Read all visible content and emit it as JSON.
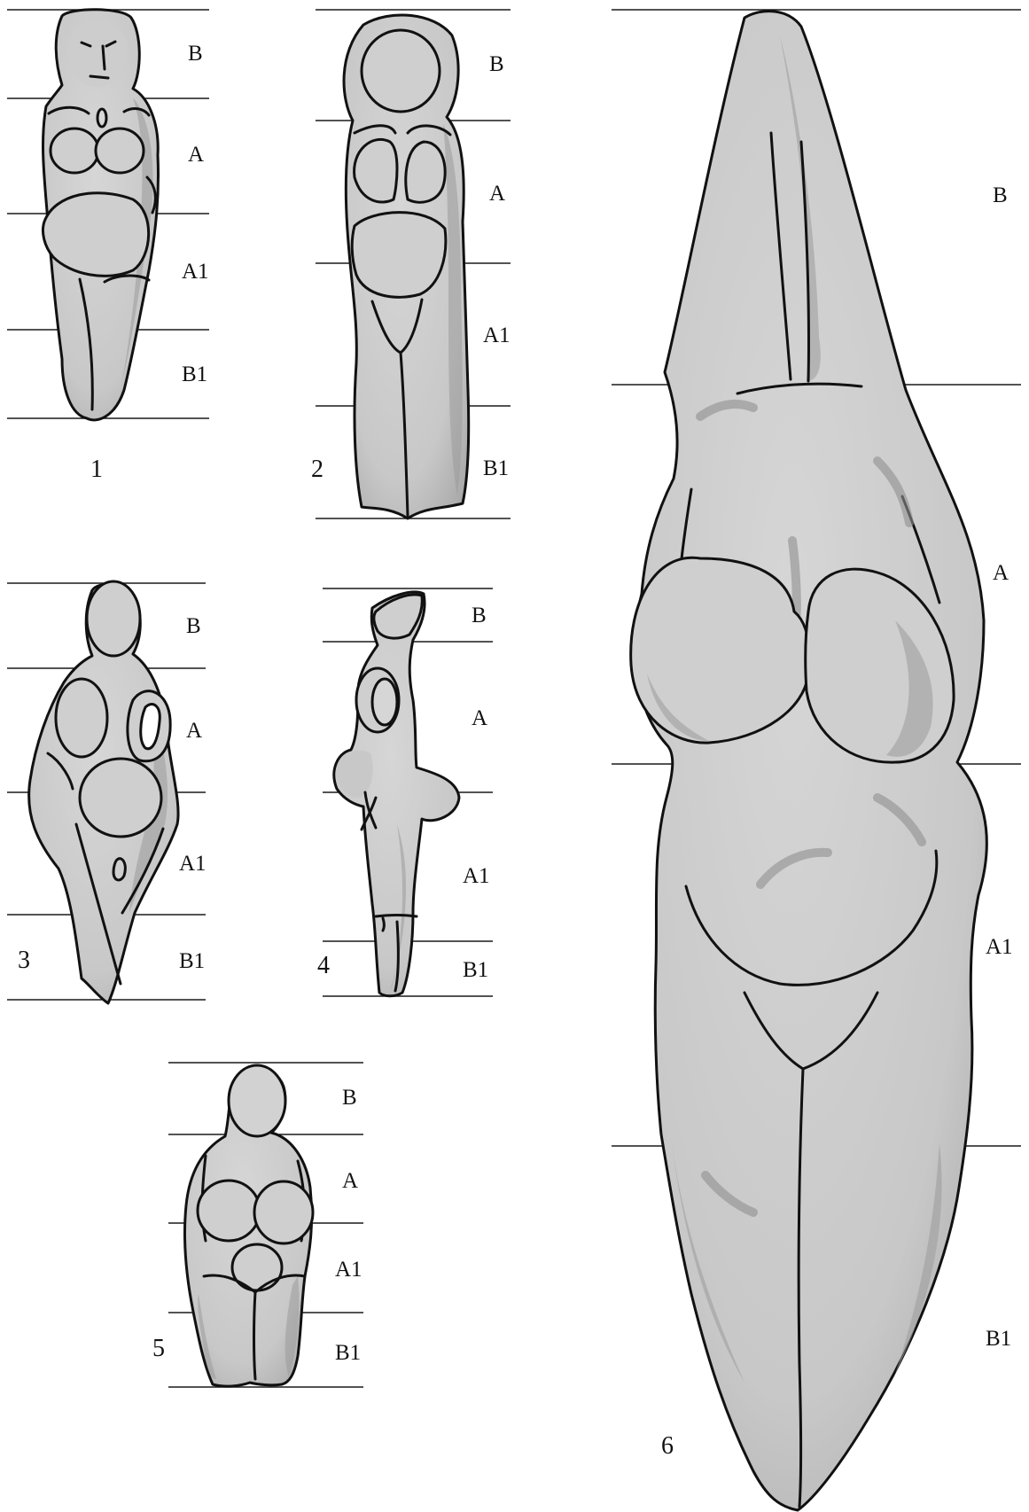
{
  "figures": [
    {
      "number": "1",
      "zones": [
        "B",
        "A",
        "A1",
        "B1"
      ]
    },
    {
      "number": "2",
      "zones": [
        "B",
        "A",
        "A1",
        "B1"
      ]
    },
    {
      "number": "3",
      "zones": [
        "B",
        "A",
        "A1",
        "B1"
      ]
    },
    {
      "number": "4",
      "zones": [
        "B",
        "A",
        "A1",
        "B1"
      ]
    },
    {
      "number": "5",
      "zones": [
        "B",
        "A",
        "A1",
        "B1"
      ]
    },
    {
      "number": "6",
      "zones": [
        "B",
        "A",
        "A1",
        "B1"
      ]
    }
  ],
  "colors": {
    "figurine_fill": "#cccccc",
    "figurine_shade": "#9a9a9a",
    "outline": "#111111",
    "background": "#ffffff"
  }
}
